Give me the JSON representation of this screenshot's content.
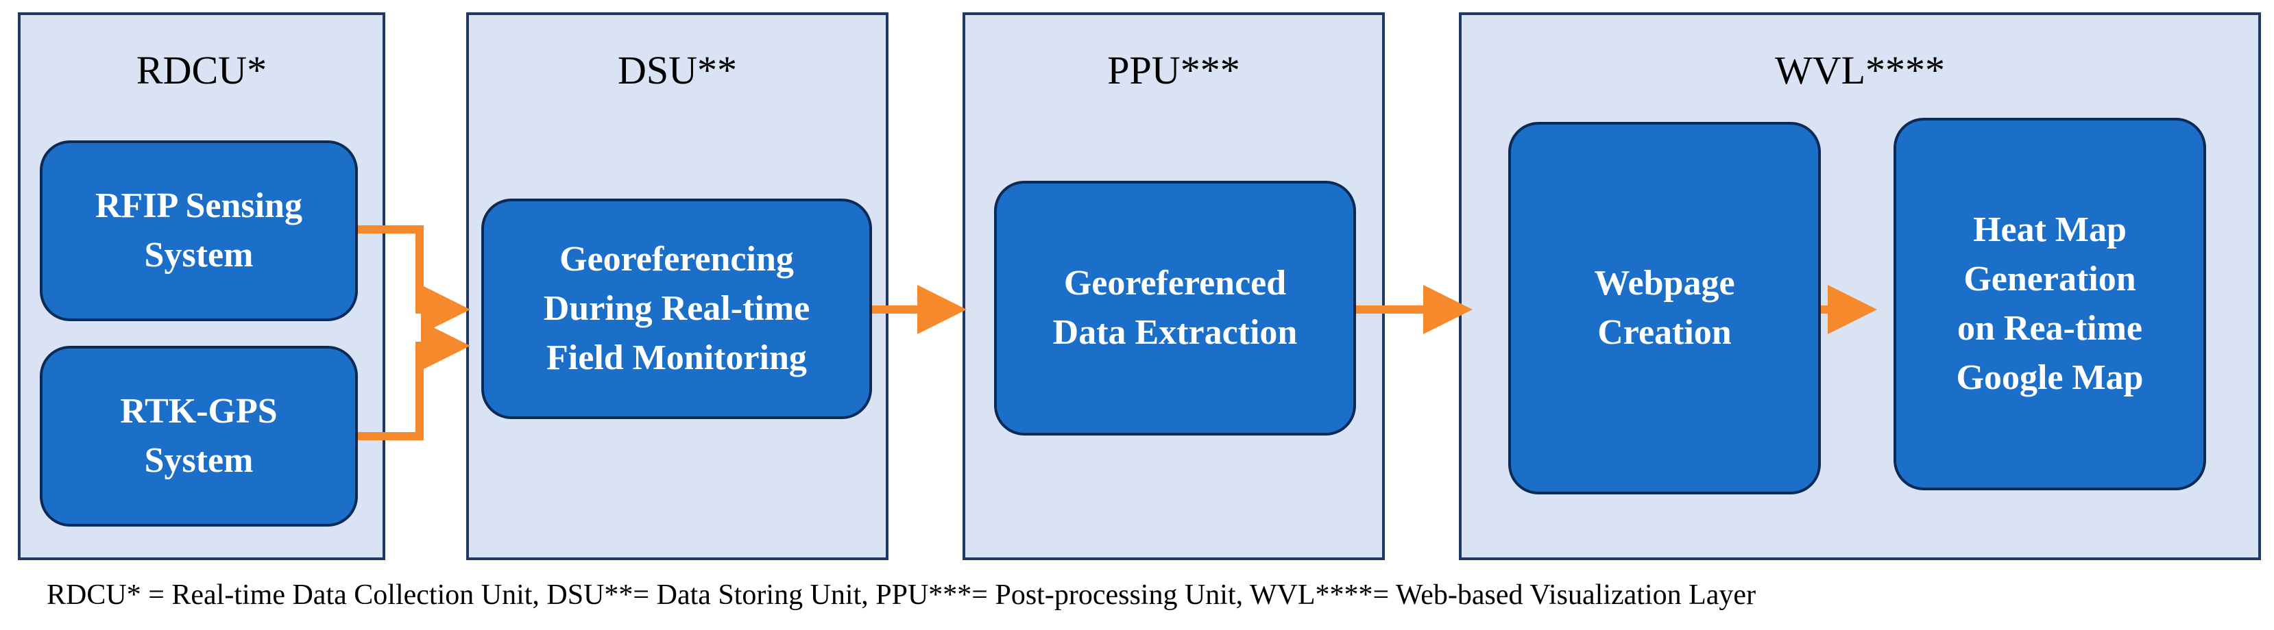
{
  "colors": {
    "panel_fill": "#dae3f3",
    "panel_border": "#1f3864",
    "node_fill": "#1b6fc8",
    "node_border": "#0b2a55",
    "arrow": "#f6892b"
  },
  "panels": {
    "rdcu": {
      "title": "RDCU*"
    },
    "dsu": {
      "title": "DSU**"
    },
    "ppu": {
      "title": "PPU***"
    },
    "wvl": {
      "title": "WVL****"
    }
  },
  "nodes": {
    "rfip": {
      "label": "RFIP Sensing\nSystem"
    },
    "rtk": {
      "label": "RTK-GPS\nSystem"
    },
    "georef": {
      "label": "Georeferencing\nDuring  Real-time\nField Monitoring"
    },
    "extraction": {
      "label": "Georeferenced\nData Extraction"
    },
    "webpage": {
      "label": "Webpage\nCreation"
    },
    "heatmap": {
      "label": "Heat Map\nGeneration\non Rea-time\nGoogle Map"
    }
  },
  "edges": [
    {
      "from": "RFIP Sensing System",
      "to": "Georeferencing During Real-time Field Monitoring"
    },
    {
      "from": "RTK-GPS System",
      "to": "Georeferencing During Real-time Field Monitoring"
    },
    {
      "from": "Georeferencing During Real-time Field Monitoring",
      "to": "Georeferenced Data Extraction"
    },
    {
      "from": "Georeferenced Data Extraction",
      "to": "Webpage Creation"
    },
    {
      "from": "Webpage Creation",
      "to": "Heat Map Generation on Rea-time Google Map"
    }
  ],
  "footnote": "RDCU* = Real-time Data Collection Unit, DSU**= Data Storing Unit, PPU***= Post-processing Unit, WVL****= Web-based Visualization Layer"
}
